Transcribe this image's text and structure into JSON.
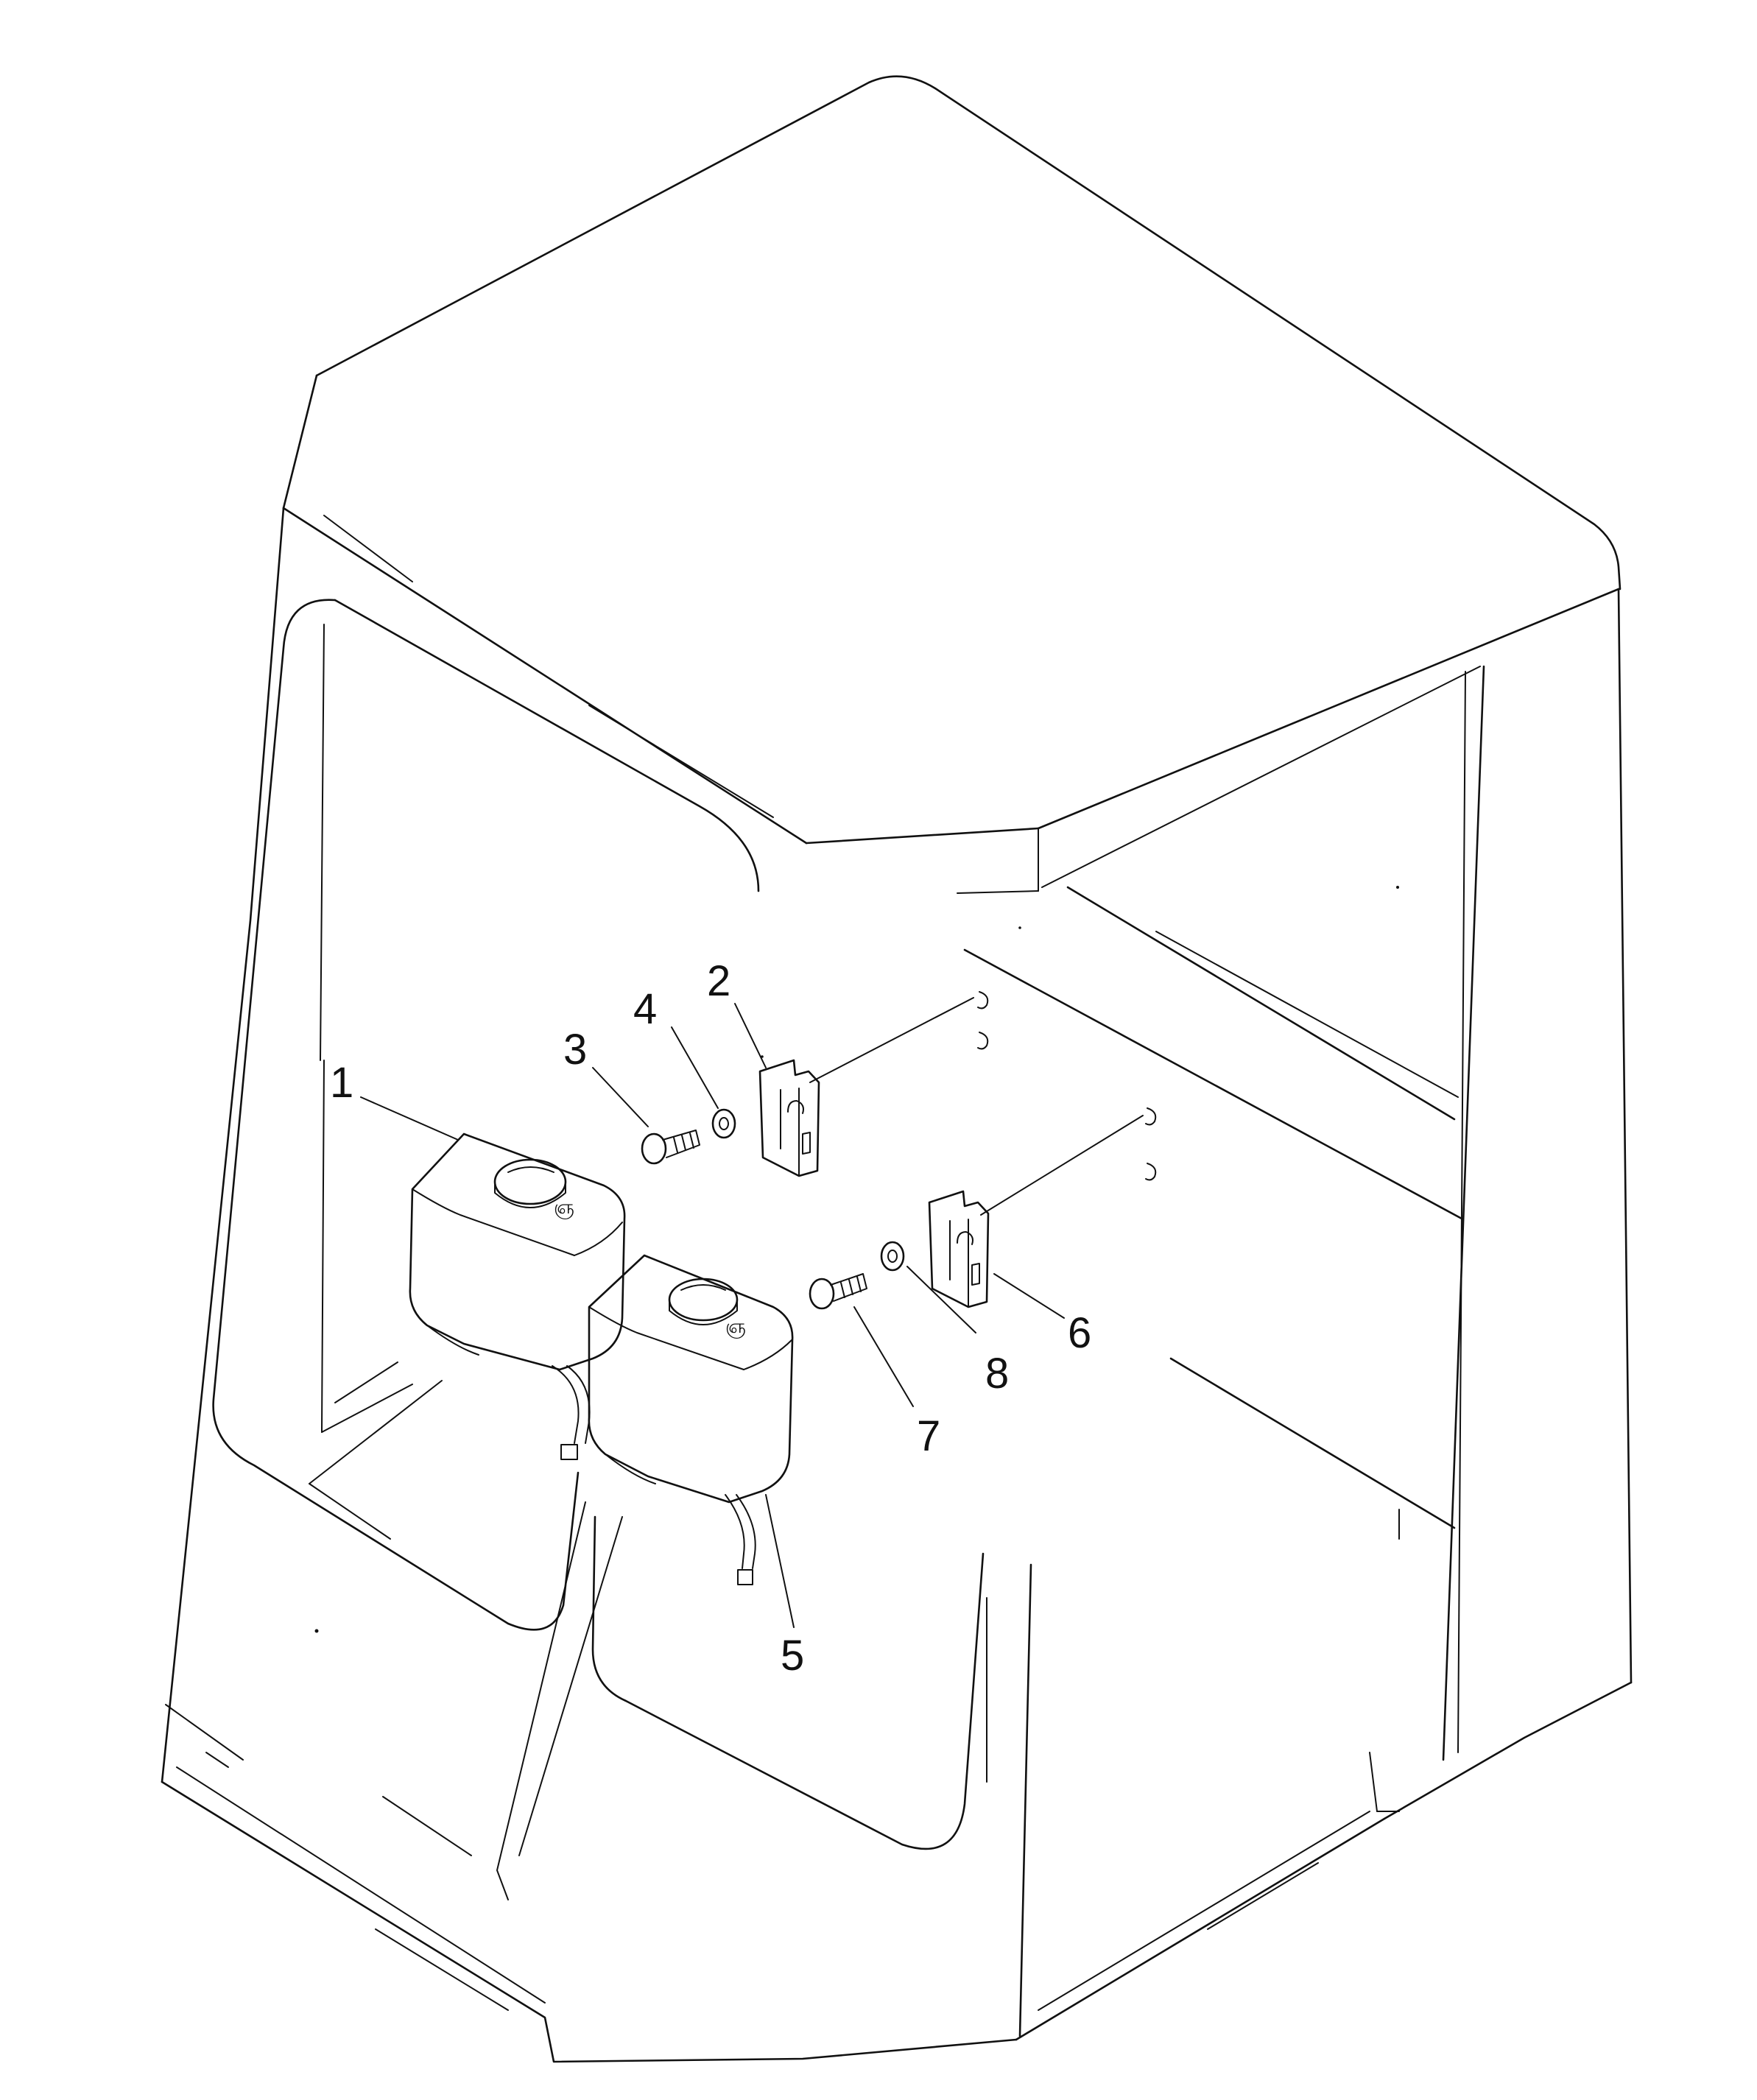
{
  "diagram": {
    "callouts": [
      {
        "id": "1",
        "label": "1"
      },
      {
        "id": "2",
        "label": "2"
      },
      {
        "id": "3",
        "label": "3"
      },
      {
        "id": "4",
        "label": "4"
      },
      {
        "id": "5",
        "label": "5"
      },
      {
        "id": "6",
        "label": "6"
      },
      {
        "id": "7",
        "label": "7"
      },
      {
        "id": "8",
        "label": "8"
      }
    ],
    "colors": {
      "line": "#111111",
      "background": "#ffffff"
    }
  }
}
